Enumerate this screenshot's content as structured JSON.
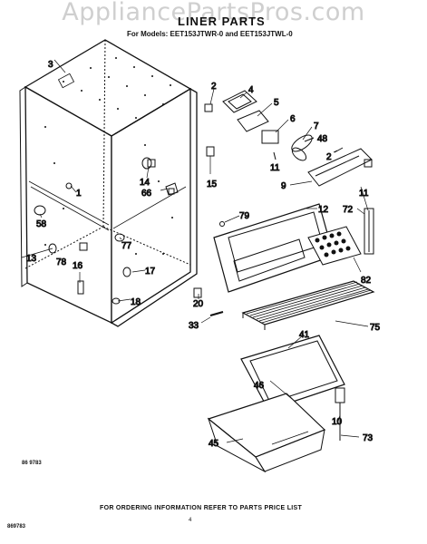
{
  "watermark": "AppliancePartsPros.com",
  "title": "LINER PARTS",
  "models": "For Models: EET153JTWR-0 and EET153JTWL-0",
  "figure_code": "86 9783",
  "footer": "FOR ORDERING INFORMATION REFER TO PARTS PRICE LIST",
  "bottom_code": "869783",
  "page_number": "4",
  "callouts": {
    "c3": "3",
    "c2a": "2",
    "c4": "4",
    "c5": "5",
    "c6": "6",
    "c7": "7",
    "c48": "48",
    "c2b": "2",
    "c11a": "11",
    "c9": "9",
    "c11b": "11",
    "c1": "1",
    "c14": "14",
    "c66": "66",
    "c15": "15",
    "c58": "58",
    "c79": "79",
    "c12": "12",
    "c72": "72",
    "c77": "77",
    "c13": "13",
    "c78": "78",
    "c16": "16",
    "c17": "17",
    "c82": "82",
    "c18": "18",
    "c20": "20",
    "c33": "33",
    "c75": "75",
    "c41": "41",
    "c46": "46",
    "c10": "10",
    "c45": "45",
    "c73": "73"
  }
}
